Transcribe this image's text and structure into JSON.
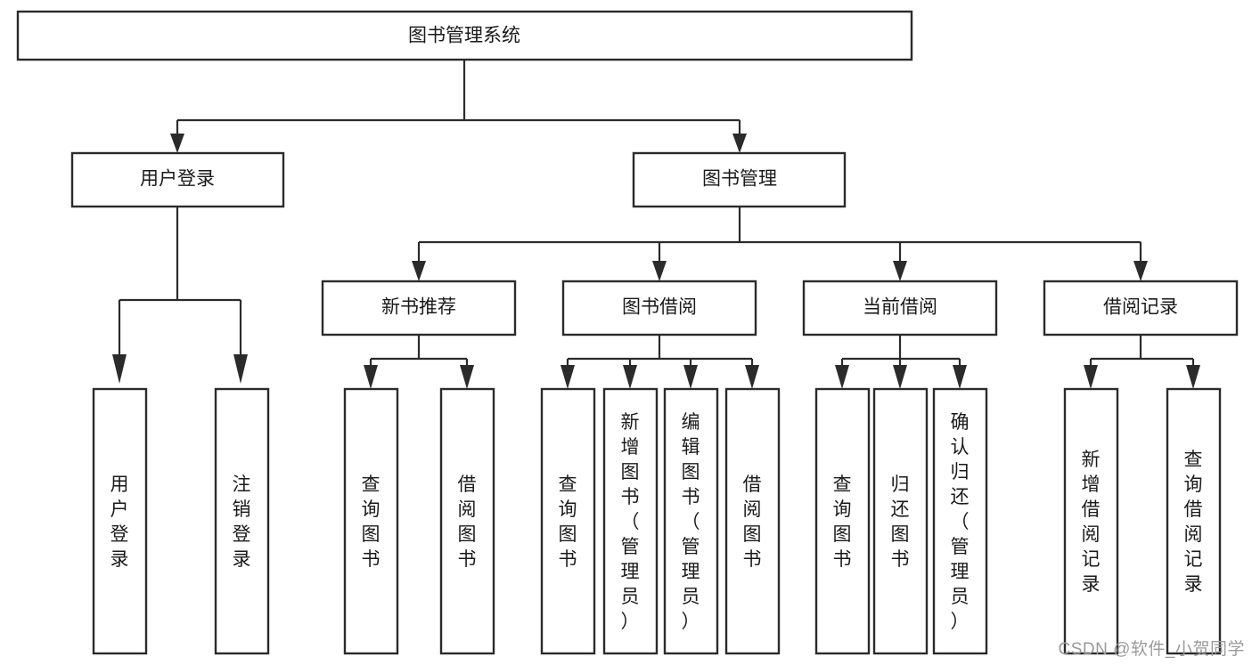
{
  "diagram": {
    "type": "tree",
    "title": "图书管理系统",
    "orientation": "top-down",
    "colors": {
      "background": "#ffffff",
      "node_fill": "#ffffff",
      "node_stroke": "#2b2b2b",
      "connector": "#2b2b2b",
      "label": "#1a1a1a",
      "watermark": "#9a9a9a"
    },
    "levels": {
      "root": "图书管理系统",
      "level2": [
        "用户登录",
        "图书管理"
      ],
      "level3": [
        "新书推荐",
        "图书借阅",
        "当前借阅",
        "借阅记录"
      ]
    },
    "nodes": {
      "root": {
        "label": "图书管理系统"
      },
      "user_login": {
        "label": "用户登录"
      },
      "book_manage": {
        "label": "图书管理"
      },
      "new_book_rec": {
        "label": "新书推荐"
      },
      "book_borrow": {
        "label": "图书借阅"
      },
      "current_borrow": {
        "label": "当前借阅"
      },
      "borrow_record": {
        "label": "借阅记录"
      },
      "leaf_user_login": {
        "label": "用户登录"
      },
      "leaf_logout": {
        "label": "注销登录"
      },
      "leaf_query_book_1": {
        "label": "查询图书"
      },
      "leaf_borrow_book_1": {
        "label": "借阅图书"
      },
      "leaf_query_book_2": {
        "label": "查询图书"
      },
      "leaf_add_book": {
        "label": "新增图书（管理员）"
      },
      "leaf_edit_book": {
        "label": "编辑图书（管理员）"
      },
      "leaf_borrow_book_2": {
        "label": "借阅图书"
      },
      "leaf_query_book_3": {
        "label": "查询图书"
      },
      "leaf_return_book": {
        "label": "归还图书"
      },
      "leaf_confirm_return": {
        "label": "确认归还（管理员）"
      },
      "leaf_add_record": {
        "label": "新增借阅记录"
      },
      "leaf_query_record": {
        "label": "查询借阅记录"
      }
    },
    "edges": [
      {
        "from": "root",
        "to": "user_login"
      },
      {
        "from": "root",
        "to": "book_manage"
      },
      {
        "from": "user_login",
        "to": "leaf_user_login"
      },
      {
        "from": "user_login",
        "to": "leaf_logout"
      },
      {
        "from": "book_manage",
        "to": "new_book_rec"
      },
      {
        "from": "book_manage",
        "to": "book_borrow"
      },
      {
        "from": "book_manage",
        "to": "current_borrow"
      },
      {
        "from": "book_manage",
        "to": "borrow_record"
      },
      {
        "from": "new_book_rec",
        "to": "leaf_query_book_1"
      },
      {
        "from": "new_book_rec",
        "to": "leaf_borrow_book_1"
      },
      {
        "from": "book_borrow",
        "to": "leaf_query_book_2"
      },
      {
        "from": "book_borrow",
        "to": "leaf_add_book"
      },
      {
        "from": "book_borrow",
        "to": "leaf_edit_book"
      },
      {
        "from": "book_borrow",
        "to": "leaf_borrow_book_2"
      },
      {
        "from": "current_borrow",
        "to": "leaf_query_book_3"
      },
      {
        "from": "current_borrow",
        "to": "leaf_return_book"
      },
      {
        "from": "current_borrow",
        "to": "leaf_confirm_return"
      },
      {
        "from": "borrow_record",
        "to": "leaf_add_record"
      },
      {
        "from": "borrow_record",
        "to": "leaf_query_record"
      }
    ]
  },
  "watermark": {
    "text": "CSDN @软件_小贺同学"
  }
}
